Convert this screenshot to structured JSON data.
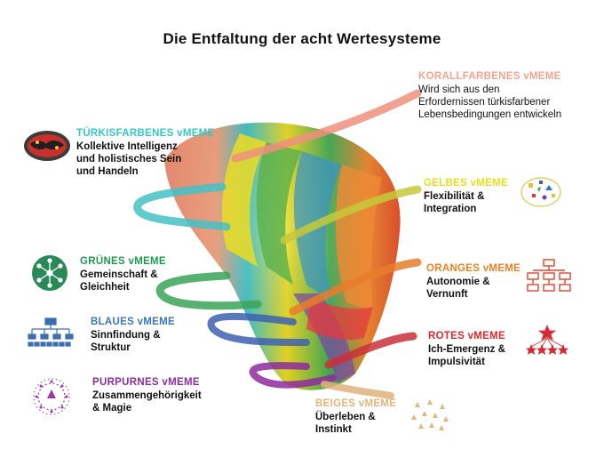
{
  "title": "Die Entfaltung der acht Wertesysteme",
  "colors": {
    "coral": "#f2a58e",
    "turquoise": "#35c7c8",
    "yellow": "#e9dd1d",
    "green": "#1e9a53",
    "orange": "#ee7f22",
    "blue": "#3a78b6",
    "red": "#d92a2f",
    "purple": "#8a2e9b",
    "beige": "#e2b57a"
  },
  "memes": [
    {
      "key": "coral",
      "heading": "KORALLFARBENES vMEME",
      "lines": [
        "Wird sich aus den",
        "Erfordernissen türkisfarbener",
        "Lebensbedingungen entwickeln"
      ]
    },
    {
      "key": "turquoise",
      "heading": "TÜRKISFARBENES vMEME",
      "lines": [
        "Kollektive Intelligenz",
        "und holistisches Sein",
        "und Handeln"
      ]
    },
    {
      "key": "yellow",
      "heading": "GELBES vMEME",
      "lines": [
        "Flexibilität &",
        "Integration"
      ]
    },
    {
      "key": "green",
      "heading": "GRÜNES vMEME",
      "lines": [
        "Gemeinschaft &",
        "Gleichheit"
      ]
    },
    {
      "key": "orange",
      "heading": "ORANGES vMEME",
      "lines": [
        "Autonomie &",
        "Vernunft"
      ]
    },
    {
      "key": "blue",
      "heading": "BLAUES vMEME",
      "lines": [
        "Sinnfindung &",
        "Struktur"
      ]
    },
    {
      "key": "red",
      "heading": "ROTES vMEME",
      "lines": [
        "Ich-Emergenz &",
        "Impulsivität"
      ]
    },
    {
      "key": "purple",
      "heading": "PURPURNES vMEME",
      "lines": [
        "Zusammengehörigkeit",
        "& Magie"
      ]
    },
    {
      "key": "beige",
      "heading": "BEIGES vMEME",
      "lines": [
        "Überleben &",
        "Instinkt"
      ]
    }
  ]
}
